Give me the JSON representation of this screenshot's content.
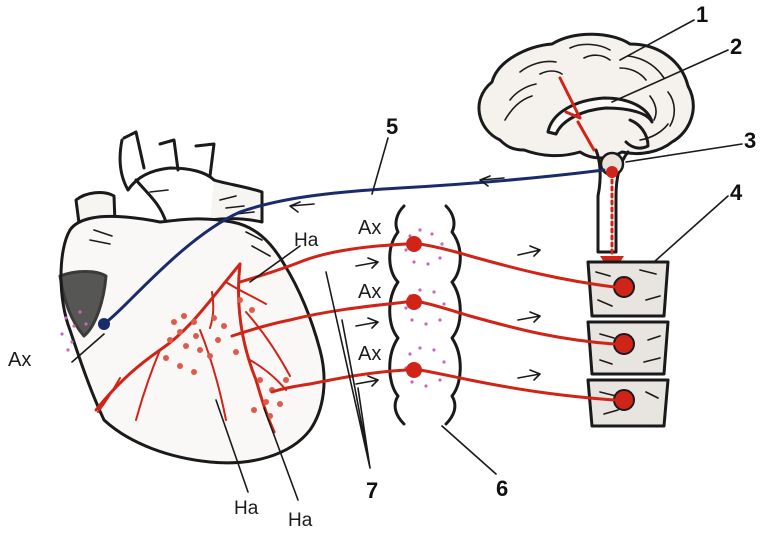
{
  "labels": {
    "ax": "Ax",
    "ha": "Ha",
    "n1": "1",
    "n2": "2",
    "n3": "3",
    "n4": "4",
    "n5": "5",
    "n6": "6",
    "n7": "7"
  },
  "colors": {
    "sympathetic": "#d02418",
    "parasympathetic": "#1a2b6b",
    "outline": "#1a1a1a"
  }
}
